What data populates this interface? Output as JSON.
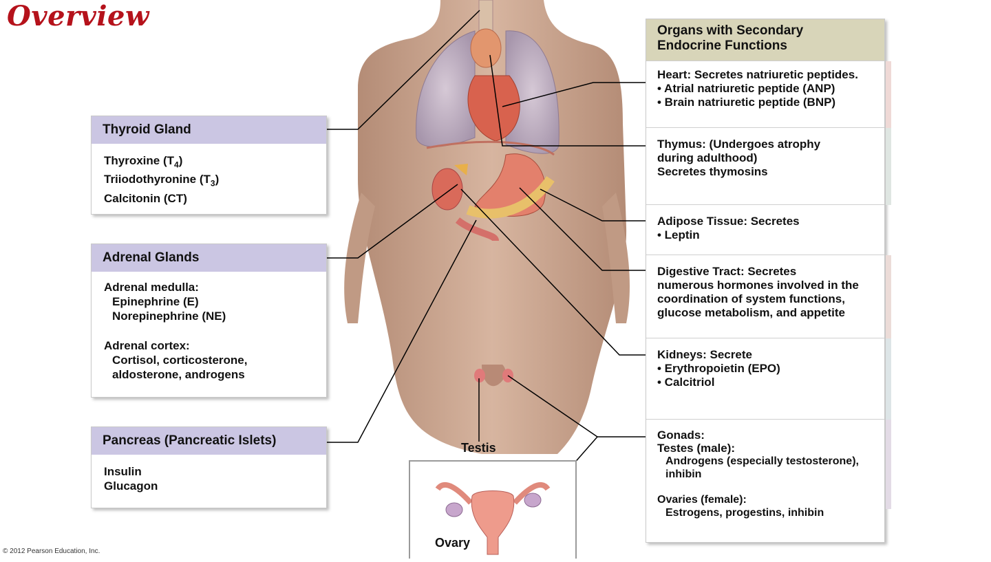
{
  "slide": {
    "title": "Overview",
    "copyright": "© 2012 Pearson Education, Inc."
  },
  "thyroid": {
    "header": "Thyroid Gland",
    "items": [
      {
        "text": "Thyroxine (T",
        "sub": "4",
        "after": ")"
      },
      {
        "text": "Triiodothyronine (T",
        "sub": "3",
        "after": ")"
      },
      {
        "text": "Calcitonin (CT)",
        "sub": "",
        "after": ""
      }
    ]
  },
  "adrenal": {
    "header": "Adrenal Glands",
    "medulla_title": "Adrenal medulla:",
    "medulla_items": [
      "Epinephrine (E)",
      "Norepinephrine (NE)"
    ],
    "cortex_title": "Adrenal cortex:",
    "cortex_items": [
      "Cortisol, corticosterone,",
      "aldosterone, androgens"
    ]
  },
  "pancreas": {
    "header": "Pancreas (Pancreatic Islets)",
    "items": [
      "Insulin",
      "Glucagon"
    ]
  },
  "secondary": {
    "header_lines": [
      "Organs with Secondary",
      "Endocrine Functions"
    ],
    "heart": [
      "Heart: Secretes natriuretic peptides.",
      "• Atrial natriuretic peptide (ANP)",
      "• Brain natriuretic peptide (BNP)"
    ],
    "thymus": [
      "Thymus: (Undergoes atrophy",
      "during adulthood)",
      "Secretes thymosins"
    ],
    "adipose": [
      "Adipose Tissue: Secretes",
      "• Leptin"
    ],
    "digestive": [
      "Digestive Tract: Secretes",
      "numerous hormones involved in the",
      "coordination of system functions,",
      "glucose metabolism, and appetite"
    ],
    "kidneys": [
      "Kidneys: Secrete",
      "• Erythropoietin (EPO)",
      "• Calcitriol"
    ],
    "gonads": {
      "title": "Gonads:",
      "testes_title": "Testes (male):",
      "testes_items": [
        "Androgens (especially testosterone),",
        "inhibin"
      ],
      "ovaries_title": "Ovaries (female):",
      "ovaries_items": [
        "Estrogens, progestins, inhibin"
      ]
    }
  },
  "labels": {
    "testis": "Testis",
    "ovary": "Ovary"
  },
  "colors": {
    "title": "#b5121b",
    "box_header": "#cbc6e3",
    "right_header": "#d8d5b9",
    "skin": "#c9a690",
    "organ": "#e38572"
  }
}
